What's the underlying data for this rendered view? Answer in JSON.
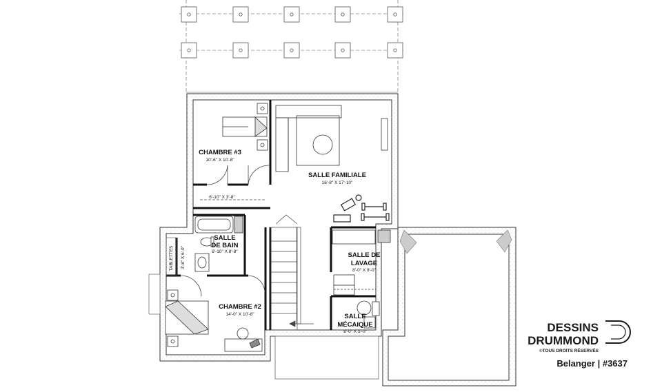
{
  "rooms": {
    "chambre3": {
      "name": "CHAMBRE #3",
      "dims": "10'-6\" X 10'-8\""
    },
    "familiale": {
      "name": "SALLE FAMILIALE",
      "dims": "16'-8\" X 17'-10\""
    },
    "closet": {
      "dims": "6'-10\" X 3'-8\""
    },
    "bain": {
      "name1": "SALLE",
      "name2": "DE BAIN",
      "dims": "6'-10\" X 8'-8\""
    },
    "lavage": {
      "name1": "SALLE DE",
      "name2": "LAVAGE",
      "dims": "8'-0\" X 9'-0\""
    },
    "chambre2": {
      "name": "CHAMBRE #2",
      "dims": "14'-0\" X 10'-8\""
    },
    "mecanique": {
      "name1": "SALLE",
      "name2": "MÉCAIQUE",
      "dims": "8'-0\" X 5'-0\""
    },
    "tablettes": {
      "name": "TABLETTES",
      "dims": "3'-8\" X 6'-0\""
    }
  },
  "branding": {
    "line1": "DESSINS",
    "line2": "DRUMMOND",
    "rights": "©TOUS DROITS RÉSERVÉS",
    "plan": "Belanger | #3637"
  }
}
